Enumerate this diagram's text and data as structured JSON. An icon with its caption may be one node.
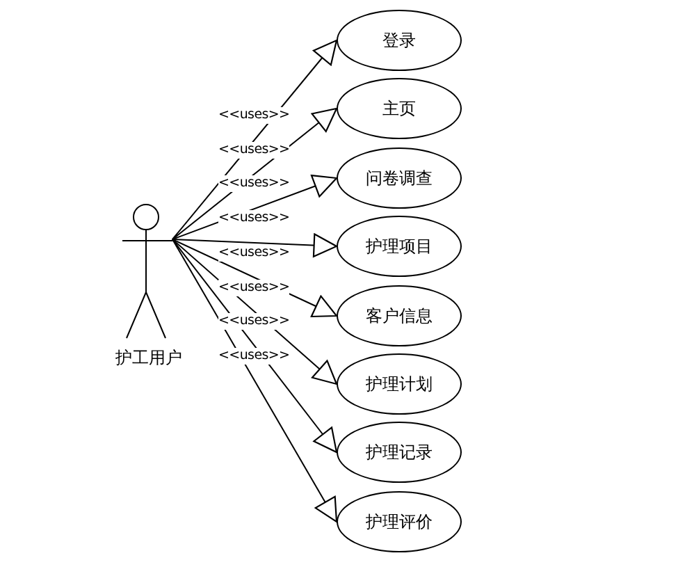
{
  "diagram": {
    "nodes": [
      {
        "text": [
          "护工用户"
        ]
      },
      {
        "text": [
          "登录"
        ]
      },
      {
        "text": [
          "主页"
        ]
      },
      {
        "text": [
          "问卷调查"
        ]
      },
      {
        "text": [
          "护理项目"
        ]
      },
      {
        "text": [
          "客户信息"
        ]
      },
      {
        "text": [
          "护理计划"
        ]
      },
      {
        "text": [
          "护理记录"
        ]
      },
      {
        "text": [
          "护理评价"
        ]
      }
    ],
    "edges": [
      {
        "from": 0,
        "to": 1,
        "arrow": "to",
        "label": "<<uses>>"
      },
      {
        "from": 0,
        "to": 2,
        "arrow": "to",
        "label": "<<uses>>"
      },
      {
        "from": 0,
        "to": 3,
        "arrow": "to",
        "label": "<<uses>>"
      },
      {
        "from": 0,
        "to": 4,
        "arrow": "to",
        "label": "<<uses>>"
      },
      {
        "from": 0,
        "to": 5,
        "arrow": "to",
        "label": "<<uses>>"
      },
      {
        "from": 0,
        "to": 6,
        "arrow": "to",
        "label": "<<uses>>"
      },
      {
        "from": 0,
        "to": 7,
        "arrow": "to",
        "label": "<<uses>>"
      },
      {
        "from": 0,
        "to": 8,
        "arrow": "to",
        "label": "<<uses>>"
      }
    ]
  }
}
